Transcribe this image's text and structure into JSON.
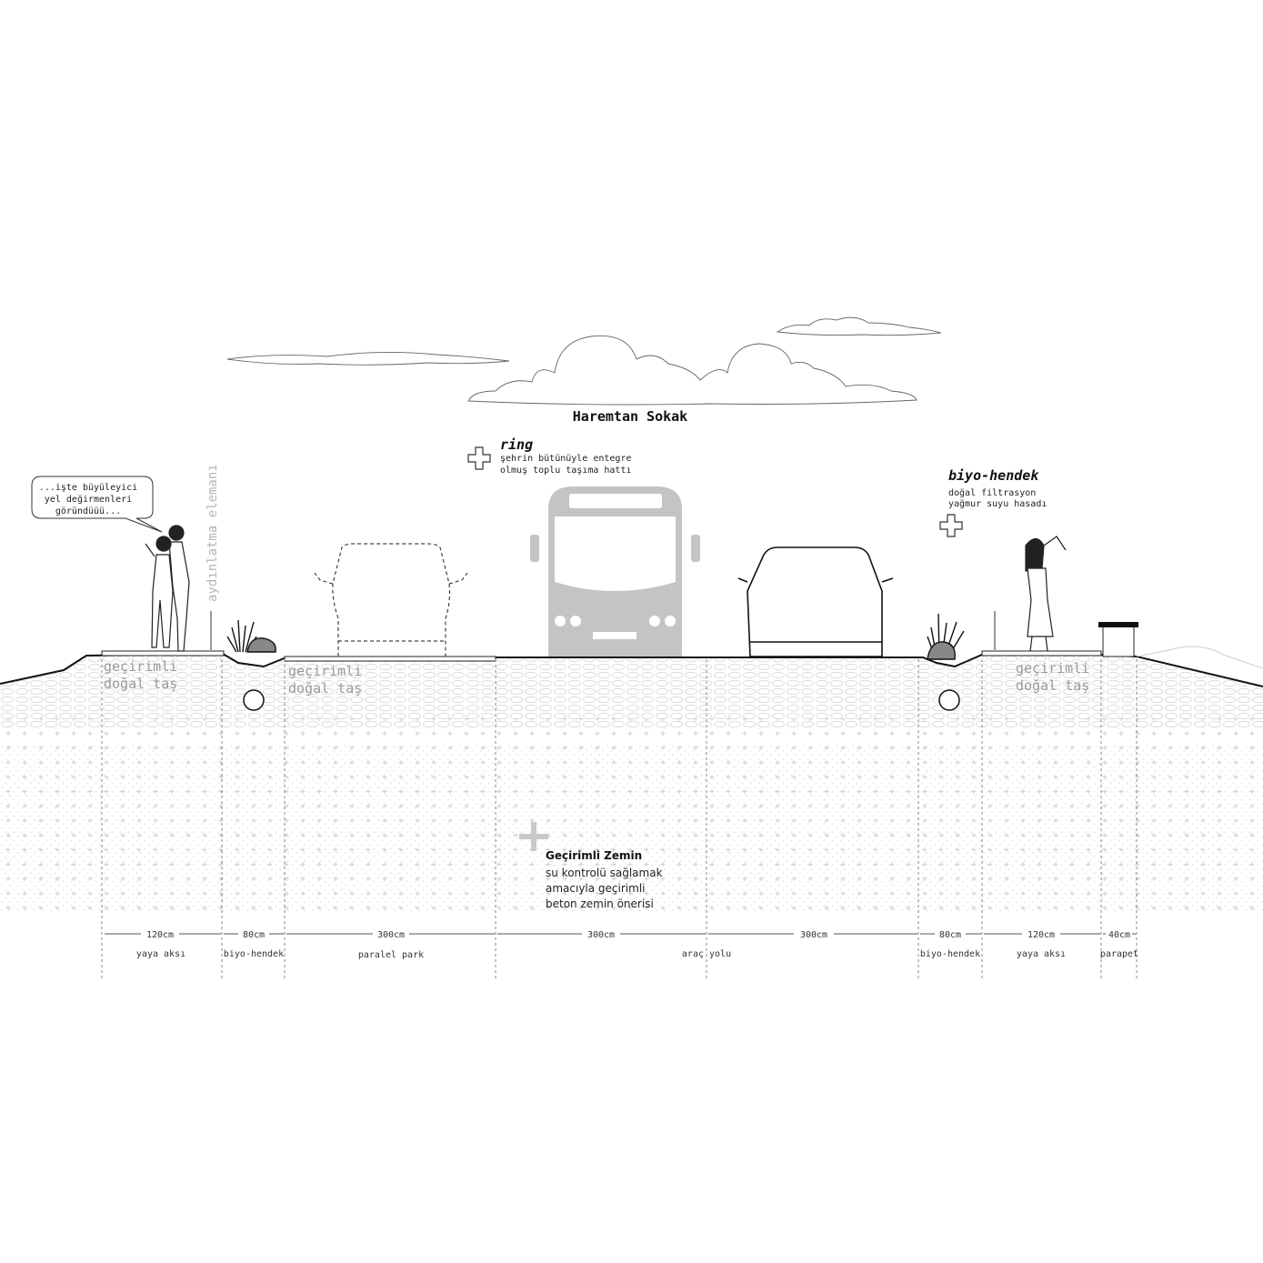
{
  "title": "Haremtan Sokak",
  "ring": {
    "title": "ring",
    "line1": "şehrin bütünüyle entegre",
    "line2": "olmuş toplu taşıma hattı"
  },
  "biyo": {
    "title": "biyo-hendek",
    "line1": "doğal filtrasyon",
    "line2": "yağmur suyu hasadı"
  },
  "speech": {
    "line1": "...işte büyüleyici",
    "line2": "yel değirmenleri",
    "line3": "göründüüü..."
  },
  "lamp_label": "aydınlatma elemanı",
  "surface_labels": {
    "left": {
      "line1": "geçirimli",
      "line2": "doğal taş"
    },
    "park": {
      "line1": "geçirimli",
      "line2": "doğal taş"
    },
    "right": {
      "line1": "geçirimli",
      "line2": "doğal taş"
    }
  },
  "zemin": {
    "title": "Geçirimli Zemin",
    "line1": "su kontrolü sağlamak",
    "line2": "amacıyla geçirimli",
    "line3": "beton zemin önerisi"
  },
  "dimensions": [
    "120cm",
    "80cm",
    "300cm",
    "300cm",
    "300cm",
    "80cm",
    "120cm",
    "40cm"
  ],
  "zones": [
    "yaya aksı",
    "biyo-hendek",
    "paralel park",
    "araç yolu",
    "biyo-hendek",
    "yaya aksı",
    "parapet"
  ],
  "colors": {
    "ink": "#111111",
    "grey_fill": "#c8c8c8",
    "label_grey": "#9a9a9a",
    "bus_grey": "#c4c4c4"
  }
}
